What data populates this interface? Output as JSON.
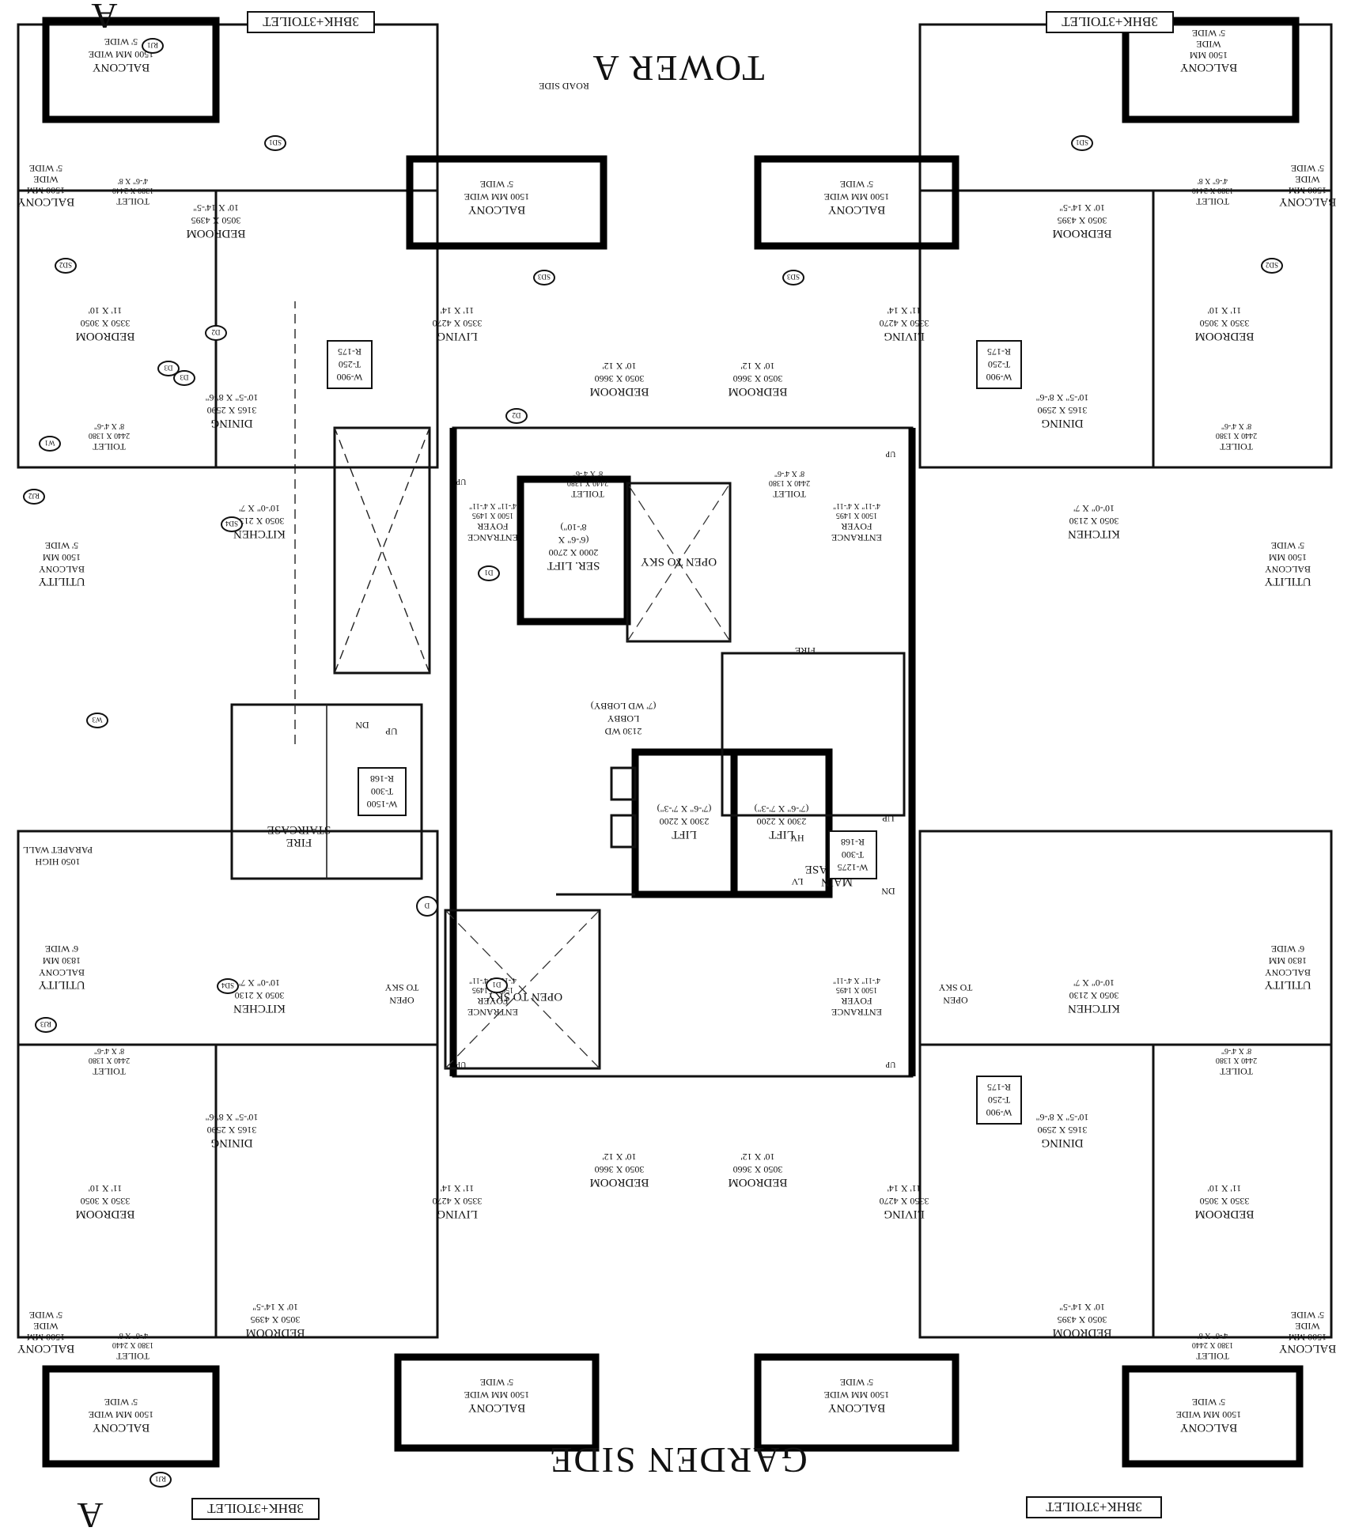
{
  "title": "TOWER A",
  "road_side": "ROAD SIDE",
  "garden_side": "GARDEN SIDE",
  "section_mark": "A",
  "unit_label": "3BHK+3TOILET",
  "parapet": [
    "1050 HIGH",
    "PARAPET WALL"
  ],
  "balcony": [
    "BALCONY",
    "1500 MM WIDE",
    "5' WIDE"
  ],
  "balcony_stacked": [
    "BALCONY",
    "1500 MM",
    "WIDE",
    "5' WIDE"
  ],
  "utility_5": [
    "UTILITY",
    "BALCONY",
    "1500 MM",
    "5' WIDE"
  ],
  "utility_6": [
    "UTILITY",
    "BALCONY",
    "1830 MM",
    "6' WIDE"
  ],
  "bedroom_a": [
    "BEDROOM",
    "3050 X 4395",
    "10' X 14'-5\""
  ],
  "bedroom_b": [
    "BEDROOM",
    "3350 X 3050",
    "11' X 10'"
  ],
  "bedroom_c": [
    "BEDROOM",
    "3050 X 3660",
    "10' X 12'"
  ],
  "living": [
    "LIVING",
    "3350 X 4270",
    "11' X 14'"
  ],
  "dining": [
    "DINING",
    "3165 X 2590",
    "10'-5\" X 8'-6\""
  ],
  "kitchen": [
    "KITCHEN",
    "3050 X 2130",
    "10'-0\" X 7'"
  ],
  "foyer": [
    "ENTRANCE",
    "FOYER",
    "1500 X 1495",
    "4'-11\" X 4'-11\""
  ],
  "toilet_a": [
    "TOILET",
    "2440 X 1380",
    "8' X 4'-6\""
  ],
  "toilet_b": [
    "TOILET",
    "1380 X 2440",
    "4'-6\" X 8'"
  ],
  "ser_lift": [
    "SER. LIFT",
    "2000 X 2700",
    "(6'-6\" X",
    "8'-10\")"
  ],
  "lift": [
    "LIFT",
    "2300 X 2200",
    "(7'-6\" X 7'-3\")"
  ],
  "lobby": [
    "2130 WD",
    "LOBBY",
    "(7' WD LOBBY)"
  ],
  "open_to_sky": "OPEN TO SKY",
  "open_sky_split": [
    "OPEN",
    "TO SKY"
  ],
  "fire_stair": [
    "FIRE",
    "STAIRCASE"
  ],
  "main_stair": [
    "MAIN",
    "STAIRCASE"
  ],
  "stair_spec_fire": [
    "W-1500",
    "T-300",
    "R-168"
  ],
  "stair_spec_main": [
    "W-1275",
    "T-300",
    "R-168"
  ],
  "stair_spec_unit": [
    "W-900",
    "T-250",
    "R-175"
  ],
  "up": "UP",
  "dn": "DN",
  "fire": "FIRE",
  "hv": "HV",
  "lv": "LV",
  "door_tags": [
    "SD1",
    "SD2",
    "SD3",
    "SD4",
    "D1",
    "D2",
    "D3",
    "W1",
    "W3",
    "RJ1",
    "RJ2",
    "RJ3",
    "D"
  ]
}
